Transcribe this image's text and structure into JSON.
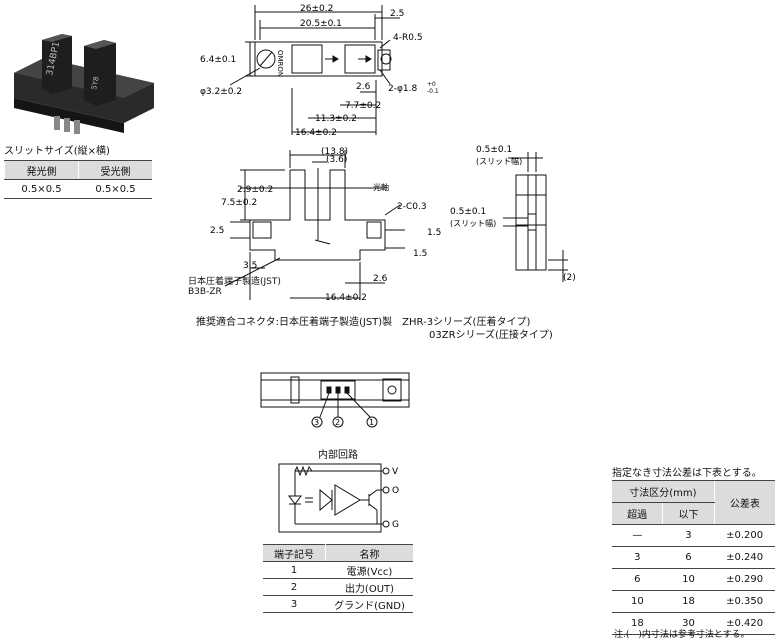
{
  "slit": {
    "title": "スリットサイズ(縦×横)",
    "headers": [
      "発光側",
      "受光側"
    ],
    "values": [
      "0.5×0.5",
      "0.5×0.5"
    ]
  },
  "product": {
    "body_text": "314BP1",
    "side_text": "5Y8"
  },
  "top_view": {
    "dims": [
      "26±0.2",
      "20.5±0.1",
      "2.5",
      "4-R0.5",
      "6.4±0.1",
      "φ3.2±0.2",
      "2.6",
      "2-φ1.8",
      "+0",
      "-0.1",
      "7.7±0.2",
      "11.3±0.2",
      "16.4±0.2"
    ],
    "logo": "OMRON"
  },
  "front_view": {
    "dims": [
      "(13.8)",
      "(3.6)",
      "光軸",
      "2.9±0.2",
      "7.5±0.2",
      "2-C0.3",
      "2.5",
      "1.5",
      "1.5",
      "3.5",
      "2.6",
      "16.4±0.2"
    ],
    "connector_label": "日本圧着端子製造(JST)",
    "connector_model": "B3B-ZR"
  },
  "side_view": {
    "dims": [
      "0.5±0.1",
      "(スリット幅)",
      "0.5±0.1",
      "(スリット幅)",
      "(2)"
    ]
  },
  "connector_note": {
    "line1": "推奨適合コネクタ:日本圧着端子製造(JST)製　ZHR-3シリーズ(圧着タイプ)",
    "line2": "03ZRシリーズ(圧接タイプ)"
  },
  "bottom_view": {
    "pins": [
      "3",
      "2",
      "1"
    ]
  },
  "circuit": {
    "title": "内部回路",
    "terminals": [
      "V",
      "O",
      "G"
    ]
  },
  "terminals": {
    "headers": [
      "端子記号",
      "名称"
    ],
    "rows": [
      [
        "1",
        "電源(Vcc)"
      ],
      [
        "2",
        "出力(OUT)"
      ],
      [
        "3",
        "グランド(GND)"
      ]
    ]
  },
  "tolerance": {
    "title": "指定なき寸法公差は下表とする。",
    "header_range": "寸法区分(mm)",
    "header_over": "超過",
    "header_under": "以下",
    "header_tol": "公差表",
    "rows": [
      [
        "—",
        "3",
        "±0.200"
      ],
      [
        "3",
        "6",
        "±0.240"
      ],
      [
        "6",
        "10",
        "±0.290"
      ],
      [
        "10",
        "18",
        "±0.350"
      ],
      [
        "18",
        "30",
        "±0.420"
      ]
    ],
    "note": "注.(　)内寸法は参考寸法とする。"
  }
}
